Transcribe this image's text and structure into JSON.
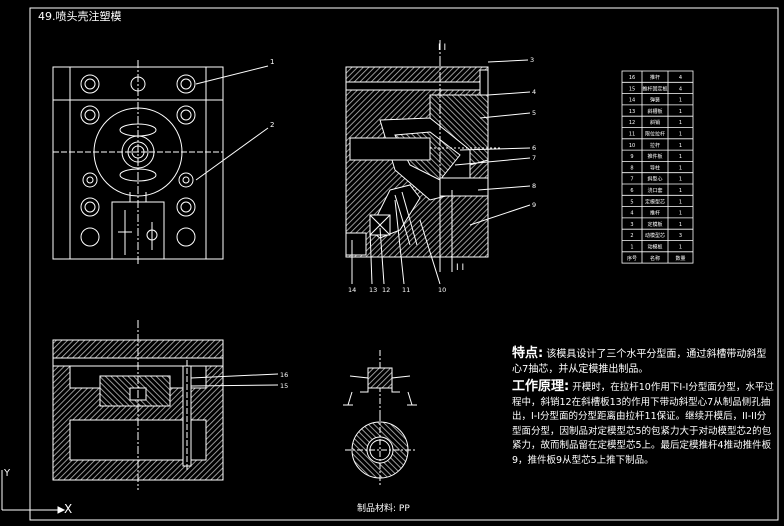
{
  "drawing": {
    "title": "49.喷头壳注塑模",
    "section_label": "I I",
    "feature_heading": "特点:",
    "feature_text": "该模具设计了三个水平分型面，通过斜槽带动斜型心7抽芯，并从定模推出制品。",
    "principle_heading": "工作原理:",
    "principle_text": "开模时，在拉杆10作用下I-I分型面分型，水平过程中，斜销12在斜槽板13的作用下带动斜型心7从制品侧孔抽出，I-I分型面的分型距离由拉杆11保证。继续开模后，II-II分型面分型，因制品对定模型芯5的包紧力大于对动模型芯2的包紧力，故而制品留在定模型芯5上。最后定模推杆4推动推件板9，推件板9从型芯5上推下制品。",
    "material_label": "制品材料: PP",
    "axis_x": "X",
    "axis_y": "Y"
  },
  "callouts": {
    "top_right": [
      "3",
      "4",
      "5",
      "6",
      "7",
      "8",
      "9"
    ],
    "bottom_row": [
      "14",
      "13",
      "12",
      "11",
      "10"
    ],
    "plan_view": [
      "1",
      "2"
    ],
    "lower_section": [
      "16",
      "15"
    ]
  },
  "parts_table": {
    "rows": [
      {
        "no": "16",
        "name": "推杆",
        "qty": "4"
      },
      {
        "no": "15",
        "name": "推杆固定板",
        "qty": "4"
      },
      {
        "no": "14",
        "name": "弹簧",
        "qty": "1"
      },
      {
        "no": "13",
        "name": "斜槽板",
        "qty": "1"
      },
      {
        "no": "12",
        "name": "斜销",
        "qty": "1"
      },
      {
        "no": "11",
        "name": "限位拉杆",
        "qty": "1"
      },
      {
        "no": "10",
        "name": "拉杆",
        "qty": "1"
      },
      {
        "no": "9",
        "name": "推件板",
        "qty": "1"
      },
      {
        "no": "8",
        "name": "导柱",
        "qty": "1"
      },
      {
        "no": "7",
        "name": "斜型心",
        "qty": "1"
      },
      {
        "no": "6",
        "name": "浇口套",
        "qty": "1"
      },
      {
        "no": "5",
        "name": "定模型芯",
        "qty": "1"
      },
      {
        "no": "4",
        "name": "推杆",
        "qty": "1"
      },
      {
        "no": "3",
        "name": "定模板",
        "qty": "1"
      },
      {
        "no": "2",
        "name": "动模型芯",
        "qty": "3"
      },
      {
        "no": "1",
        "name": "动模板",
        "qty": "1"
      }
    ],
    "header": {
      "no": "序号",
      "name": "名称",
      "qty": "数量"
    }
  }
}
